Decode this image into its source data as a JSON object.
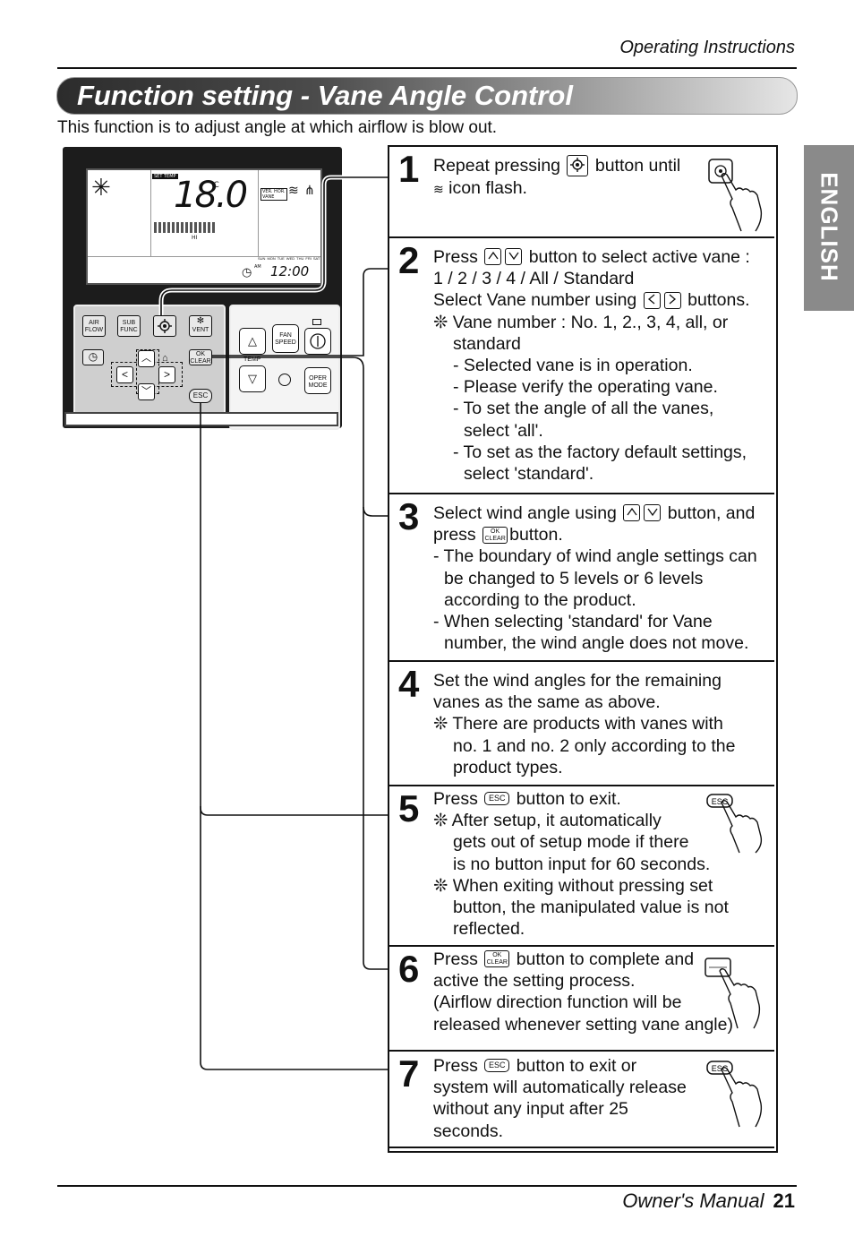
{
  "header": {
    "title": "Operating Instructions"
  },
  "page": {
    "title": "Function setting - Vane Angle Control",
    "intro": "This function is to adjust angle at which airflow is blow out."
  },
  "side_tab": {
    "label": "ENGLISH"
  },
  "remote": {
    "lcd": {
      "set_temp": "SET TEMP",
      "temperature": "18.0",
      "unit": "°C",
      "hi": "HI",
      "ver_hor_vane": "VER. HOR. VANE",
      "am": "AM",
      "time": "12:00",
      "day_labels": [
        "SUN",
        "MON",
        "TUE",
        "WED",
        "THU",
        "FRI",
        "SAT"
      ]
    },
    "buttons": {
      "air_flow": "AIR FLOW",
      "sub_func": "SUB FUNC",
      "vent": "VENT",
      "ok": "OK",
      "clear": "CLEAR",
      "esc": "ESC",
      "fan_speed": "FAN SPEED",
      "temp": "TEMP",
      "oper_mode": "OPER MODE"
    }
  },
  "steps": [
    {
      "num": "1",
      "lines": [
        {
          "a": "Repeat pressing",
          "b": "button until"
        },
        {
          "b": "icon flash."
        }
      ]
    },
    {
      "num": "2",
      "lines": [
        {
          "a": "Press",
          "b": "button to select active vane :"
        },
        {
          "a": "1 / 2 / 3 / 4 / All / Standard"
        },
        {
          "a": "Select Vane number using",
          "b": "buttons."
        },
        {
          "a": "❊ Vane number : No. 1, 2., 3, 4, all, or"
        },
        {
          "a": "standard"
        },
        {
          "a": "- Selected vane is in operation."
        },
        {
          "a": "- Please verify the operating vane."
        },
        {
          "a": "- To set the angle of all the vanes,"
        },
        {
          "a": "select 'all'."
        },
        {
          "a": "- To set as the factory default settings,"
        },
        {
          "a": "select 'standard'."
        }
      ]
    },
    {
      "num": "3",
      "lines": [
        {
          "a": "Select wind angle using",
          "b": "button, and"
        },
        {
          "a": "press",
          "b": "button."
        },
        {
          "a": "- The boundary of wind angle settings can"
        },
        {
          "a": "be changed to 5 levels or 6 levels"
        },
        {
          "a": "according to the product."
        },
        {
          "a": "- When selecting 'standard' for Vane"
        },
        {
          "a": "number, the wind angle does not move."
        }
      ]
    },
    {
      "num": "4",
      "lines": [
        {
          "a": "Set the wind angles for the remaining"
        },
        {
          "a": "vanes as the same as above."
        },
        {
          "a": "❊ There are products with vanes with"
        },
        {
          "a": "no. 1 and no. 2 only according to the"
        },
        {
          "a": "product types."
        }
      ]
    },
    {
      "num": "5",
      "lines": [
        {
          "a": "Press",
          "b": "button to exit."
        },
        {
          "a": "❊ After setup, it automatically"
        },
        {
          "a": "gets out of setup mode if there"
        },
        {
          "a": "is no button input for 60 seconds."
        },
        {
          "a": "❊ When exiting without pressing set"
        },
        {
          "a": "button, the manipulated value is not"
        },
        {
          "a": "reflected."
        }
      ]
    },
    {
      "num": "6",
      "lines": [
        {
          "a": "Press",
          "b": "button to complete and"
        },
        {
          "a": "active the setting process."
        },
        {
          "a": "(Airflow direction function will be"
        },
        {
          "a": "released whenever setting vane angle)"
        }
      ]
    },
    {
      "num": "7",
      "lines": [
        {
          "a": "Press",
          "b": "button to exit or"
        },
        {
          "a": "system will automatically release"
        },
        {
          "a": "without any input after 25"
        },
        {
          "a": "seconds."
        }
      ]
    }
  ],
  "footer": {
    "label": "Owner's Manual",
    "page_number": "21"
  }
}
